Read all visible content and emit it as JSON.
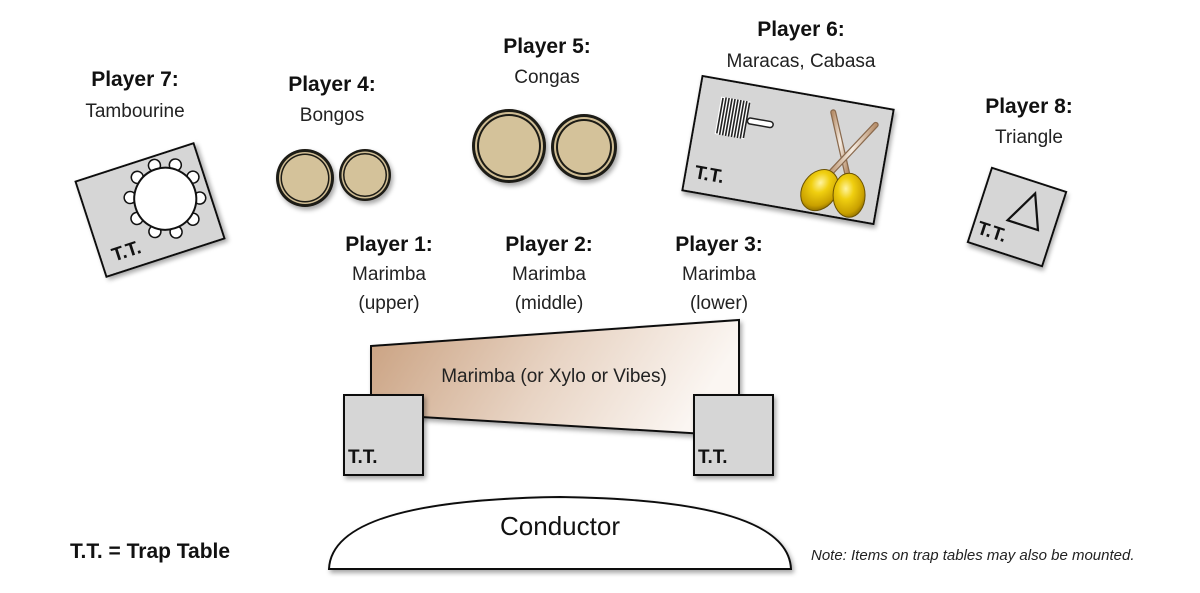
{
  "players": [
    {
      "id": "player-7",
      "title": "Player 7:",
      "instrument": "Tambourine"
    },
    {
      "id": "player-4",
      "title": "Player 4:",
      "instrument": "Bongos"
    },
    {
      "id": "player-5",
      "title": "Player 5:",
      "instrument": "Congas"
    },
    {
      "id": "player-6",
      "title": "Player 6:",
      "instrument": "Maracas, Cabasa"
    },
    {
      "id": "player-8",
      "title": "Player 8:",
      "instrument": "Triangle"
    },
    {
      "id": "player-1",
      "title": "Player 1:",
      "instrument": "Marimba",
      "part": "(upper)"
    },
    {
      "id": "player-2",
      "title": "Player 2:",
      "instrument": "Marimba",
      "part": "(middle)"
    },
    {
      "id": "player-3",
      "title": "Player 3:",
      "instrument": "Marimba",
      "part": "(lower)"
    }
  ],
  "trap_table_label": "T.T.",
  "marimba_label": "Marimba (or Xylo or Vibes)",
  "conductor_label": "Conductor",
  "legend": "T.T. = Trap Table",
  "note": "Note: Items on trap tables may also be mounted.",
  "colors": {
    "trap_table": "#d6d6d6",
    "drum_head": "#d4c29a",
    "drum_rim": "#1e1a14",
    "marimba_dark": "#c9a07f",
    "marimba_light": "#fbf6f2",
    "maraca_gold": "#e6c200",
    "outline": "#111111"
  }
}
